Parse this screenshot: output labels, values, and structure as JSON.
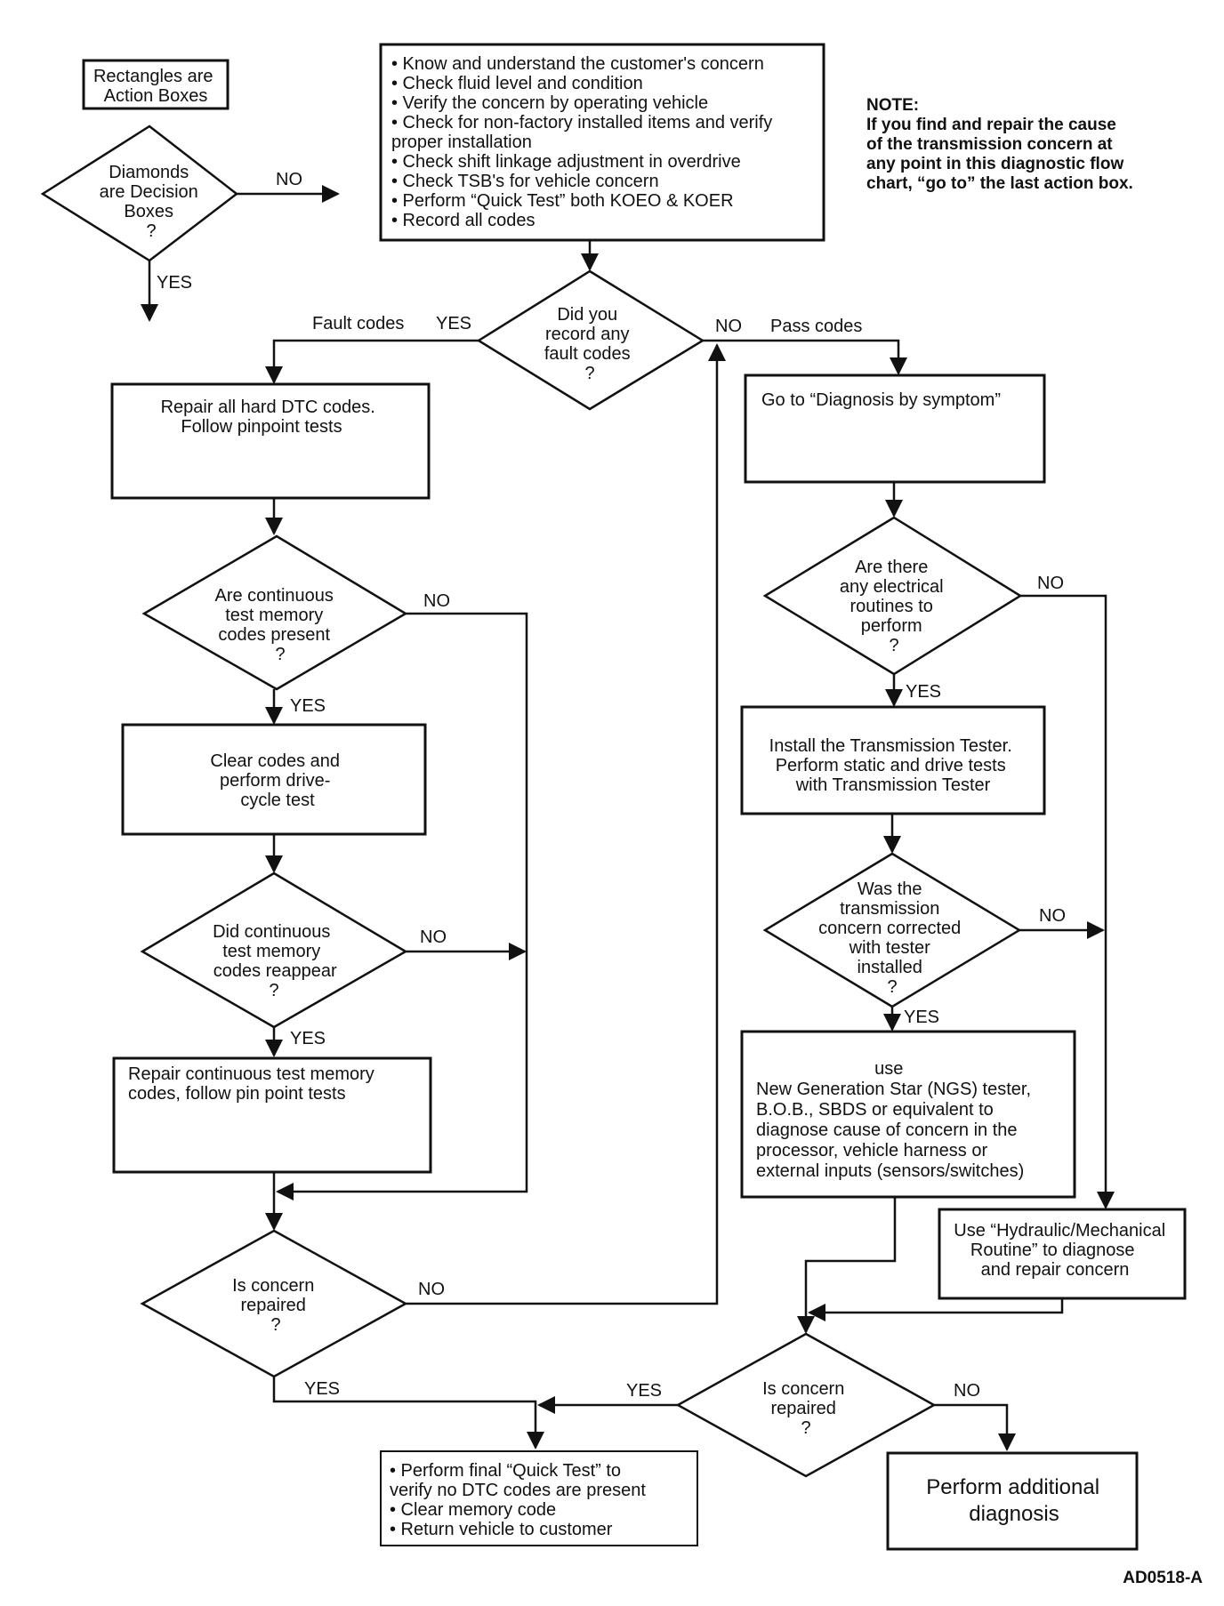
{
  "legend": {
    "action": [
      "Rectangles are",
      "Action Boxes"
    ],
    "decision": [
      "Diamonds",
      "are Decision",
      "Boxes",
      "?"
    ],
    "no": "NO",
    "yes": "YES"
  },
  "start": {
    "items": [
      "• Know and understand the customer's concern",
      "• Check fluid level and condition",
      "• Verify the concern by operating vehicle",
      "• Check for non-factory installed items and verify",
      "  proper installation",
      "• Check shift linkage adjustment in overdrive",
      "• Check TSB's  for vehicle concern",
      "• Perform “Quick Test” both KOEO & KOER",
      "• Record all codes"
    ]
  },
  "note": [
    "NOTE:",
    "If you find and repair the cause",
    "of the transmission concern at",
    "any point in this diagnostic flow",
    "chart, “go to” the last action box."
  ],
  "d_fault": {
    "text": [
      "Did you",
      "record any",
      "fault codes",
      "?"
    ],
    "yes": "YES",
    "no": "NO",
    "fault_label": "Fault codes",
    "pass_label": "Pass codes"
  },
  "b_repair_hard": {
    "text": [
      "Repair all hard DTC codes.",
      "Follow pinpoint tests"
    ]
  },
  "d_continuous": {
    "text": [
      "Are continuous",
      "test memory",
      "codes present",
      "?"
    ],
    "yes": "YES",
    "no": "NO"
  },
  "b_clear": {
    "text": [
      "Clear codes and",
      "perform drive-",
      "cycle test"
    ]
  },
  "d_reappear": {
    "text": [
      "Did continuous",
      "test memory",
      "codes reappear",
      "?"
    ],
    "yes": "YES",
    "no": "NO"
  },
  "b_repair_cont": {
    "text": [
      "Repair continuous test memory",
      "codes, follow pin point tests"
    ]
  },
  "d_repaired_left": {
    "text": [
      "Is concern",
      "repaired",
      "?"
    ],
    "yes": "YES",
    "no": "NO"
  },
  "b_symptom": {
    "text": [
      "Go to “Diagnosis by symptom”"
    ]
  },
  "d_electrical": {
    "text": [
      "Are there",
      "any electrical",
      "routines to",
      "perform",
      "?"
    ],
    "yes": "YES",
    "no": "NO"
  },
  "b_tester": {
    "text": [
      "Install the Transmission Tester.",
      "Perform static and drive tests",
      "with Transmission Tester"
    ]
  },
  "d_corrected": {
    "text": [
      "Was the",
      "transmission",
      "concern corrected",
      "with tester",
      "installed",
      "?"
    ],
    "yes": "YES",
    "no": "NO"
  },
  "b_ngs": {
    "text": [
      "use",
      "New Generation Star (NGS) tester,",
      "B.O.B., SBDS or equivalent to",
      "diagnose cause of concern in the",
      "processor, vehicle harness or",
      "external inputs (sensors/switches)"
    ]
  },
  "b_hydraulic": {
    "text": [
      "Use “Hydraulic/Mechanical",
      "Routine” to diagnose",
      "and repair concern"
    ]
  },
  "d_repaired_right": {
    "text": [
      "Is concern",
      "repaired",
      "?"
    ],
    "yes": "YES",
    "no": "NO"
  },
  "b_final": {
    "text": [
      "• Perform final “Quick Test” to",
      "  verify no DTC codes are present",
      "• Clear memory code",
      "• Return vehicle to customer"
    ]
  },
  "b_additional": {
    "text": [
      "Perform additional",
      "diagnosis"
    ]
  },
  "figure_id": "AD0518-A"
}
